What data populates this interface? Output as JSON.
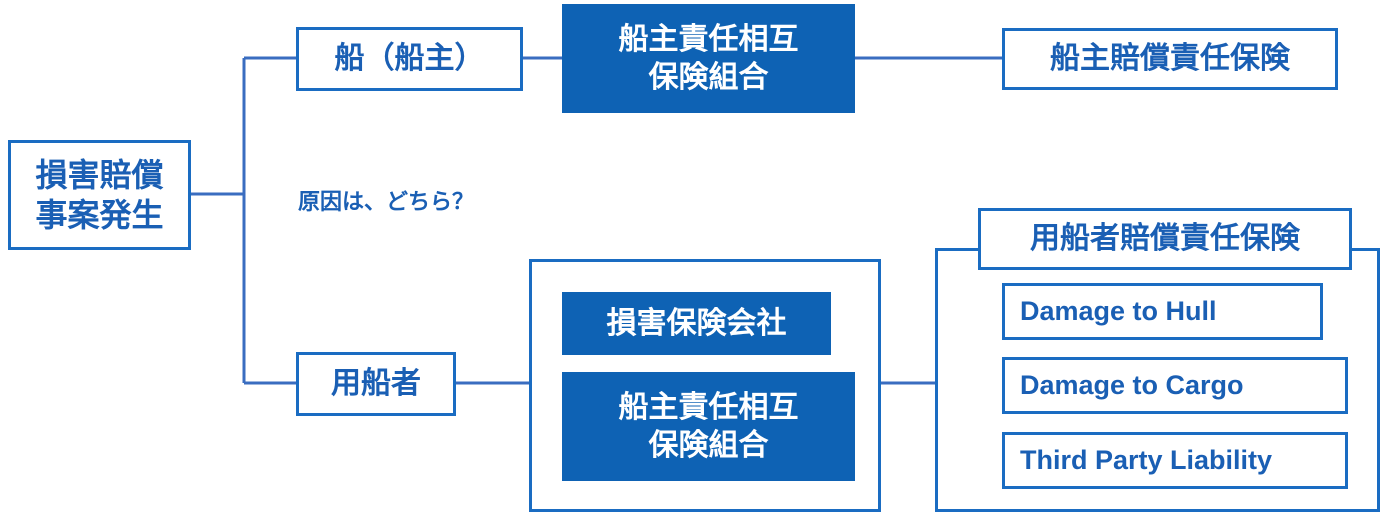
{
  "root": {
    "line1": "損害賠償",
    "line2": "事案発生"
  },
  "question": "原因は、どちら？",
  "top": {
    "party": "船（船主）",
    "insurer": {
      "line1": "船主責任相互",
      "line2": "保険組合"
    },
    "insurance": "船主賠償責任保険"
  },
  "bottom": {
    "party": "用船者",
    "insurers": [
      {
        "line1": "損害保険会社",
        "line2": ""
      },
      {
        "line1": "船主責任相互",
        "line2": "保険組合"
      }
    ],
    "insurance": "用船者賠償責任保険",
    "coverages": [
      "Damage to Hull",
      "Damage to Cargo",
      "Third Party Liability"
    ]
  },
  "colors": {
    "accent": "#0e62b4",
    "outline": "#1a6cc2",
    "text": "#1a5fb4"
  }
}
